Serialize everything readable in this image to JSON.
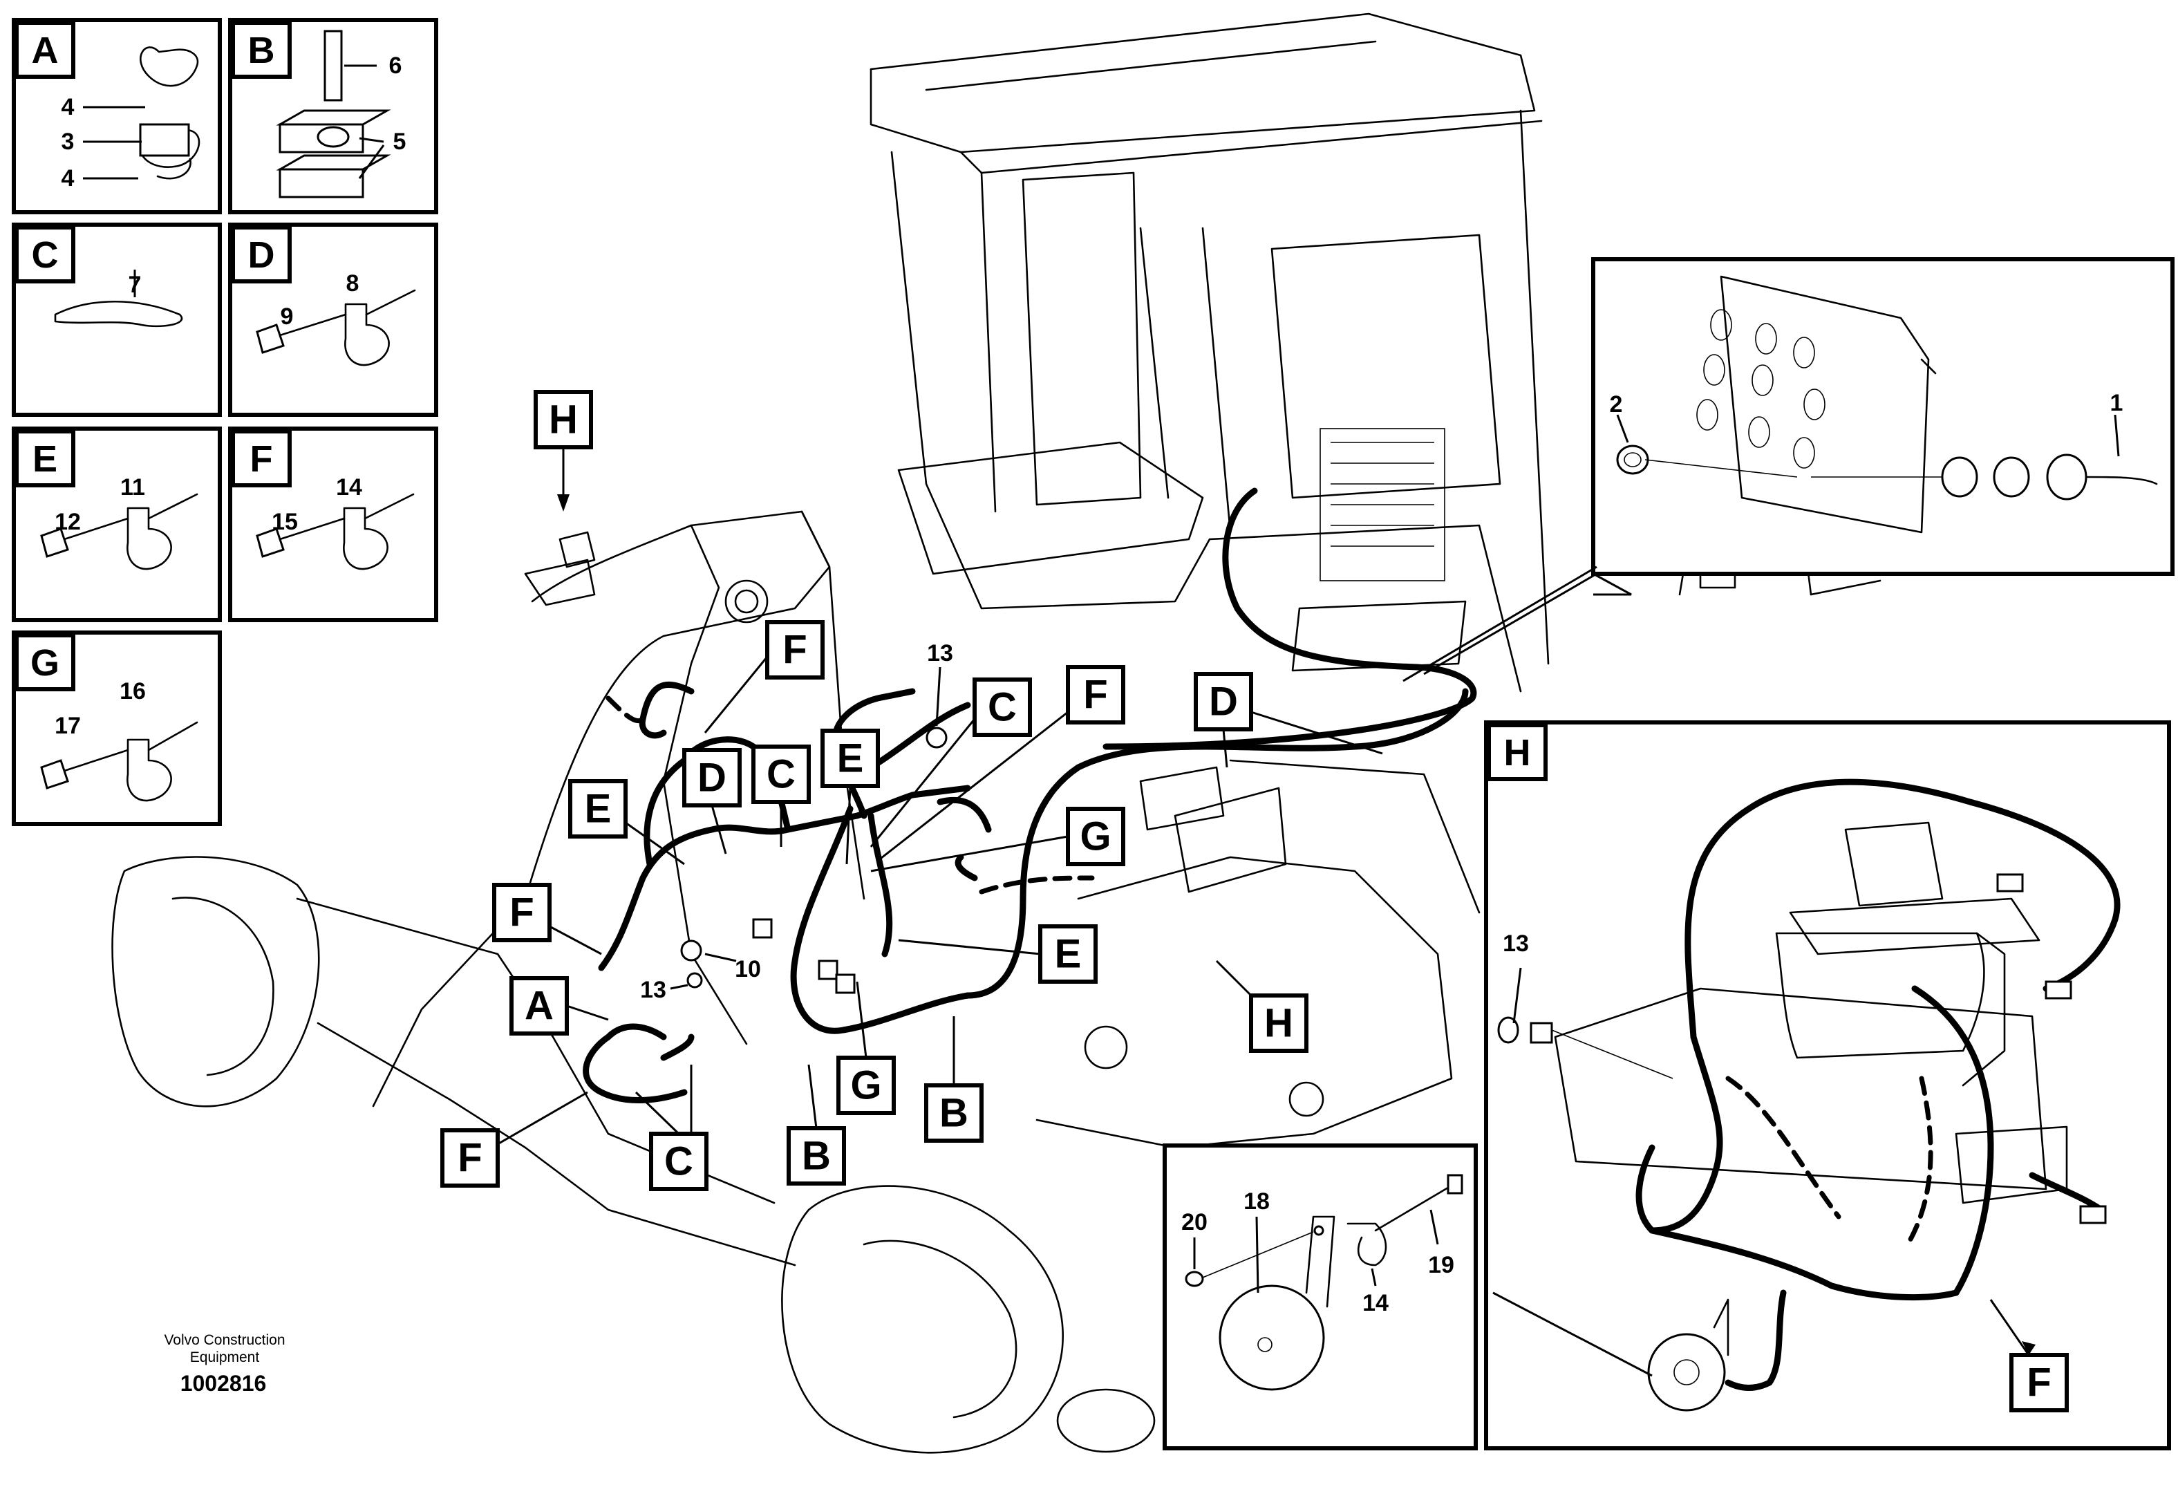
{
  "panels": {
    "A": {
      "letter": "A",
      "parts": [
        "4",
        "3",
        "4"
      ]
    },
    "B": {
      "letter": "B",
      "parts": [
        "6",
        "5"
      ]
    },
    "C": {
      "letter": "C",
      "parts": [
        "7"
      ]
    },
    "D": {
      "letter": "D",
      "parts": [
        "9",
        "8"
      ]
    },
    "E": {
      "letter": "E",
      "parts": [
        "12",
        "11"
      ]
    },
    "F": {
      "letter": "F",
      "parts": [
        "15",
        "14"
      ]
    },
    "G": {
      "letter": "G",
      "parts": [
        "17",
        "16"
      ]
    }
  },
  "detail_top_right": {
    "parts": [
      "2",
      "1"
    ]
  },
  "detail_H": {
    "letter": "H",
    "parts": [
      "13"
    ],
    "callouts": [
      "F"
    ]
  },
  "detail_horn": {
    "parts": [
      "20",
      "18",
      "19",
      "14"
    ]
  },
  "main_callouts": [
    "H",
    "F",
    "E",
    "D",
    "C",
    "E",
    "C",
    "F",
    "D",
    "G",
    "F",
    "A",
    "E",
    "H",
    "G",
    "B",
    "B",
    "F",
    "C"
  ],
  "main_numbers": [
    "13",
    "10",
    "13"
  ],
  "footer": {
    "line1": "Volvo Construction",
    "line2": "Equipment",
    "id": "1002816"
  }
}
